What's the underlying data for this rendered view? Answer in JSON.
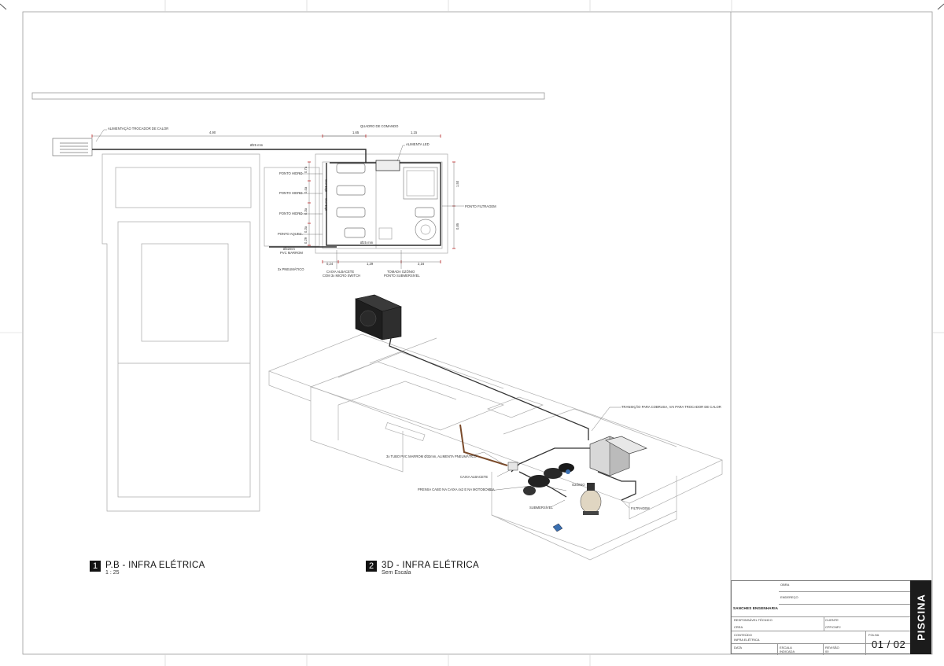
{
  "plan": {
    "labels": {
      "heat_exchanger_power": "ALIMENTAÇÃO TROCADOR DE CALOR",
      "control_panel": "QUADRO DE COMANDO",
      "led_power": "ALIMENTA LED",
      "jet_point_1": "PONTO HIDRO",
      "jet_point_2": "PONTO HIDRO",
      "jet_point_3": "PONTO HIDRO",
      "heating_point": "PONTO AQUEC.",
      "filtration_point": "PONTO FILTRAGEM",
      "conduit_a": "Ø25 mm",
      "conduit_b": "Ø25 mm",
      "conduit_c": "Ø25 mm",
      "conduit_d": "Ø25 mm",
      "pvc_pipe": "Ø32mm",
      "pvc_pipe_material": "PVC MARROM",
      "pneumatic": "3x PNEUMÁTICO",
      "box_albacete_1": "CAIXA ALBACETE",
      "box_albacete_2": "COM 3x MICRO SWITCH",
      "socket_1": "TOMADA OZÔNIO",
      "socket_2": "PONTO SUBMERSÍVEL"
    },
    "dimensions": {
      "d1": "4,90",
      "d2": "1,65",
      "d3": "1,15",
      "d4": "0,24",
      "d5": "1,29",
      "d6": "2,16",
      "d7": "1,50",
      "d8": "0,85",
      "d9": "0,7a",
      "d10": "0,4a",
      "d11": "0,3a",
      "d12": "0,3a",
      "d13": "0,29"
    }
  },
  "iso": {
    "labels": {
      "transition": "TRANSIÇÃO PARA COBRUSA, VAI PARA TROCADOR DE CALOR",
      "tube": "3x TUBO PVC MARROM Ø32mm, ALIMENTA PNEUMÁTICO",
      "box": "CAIXA ALBACETE",
      "gland": "PRENSA CABO NA CAIXA 4x2 E NA MOTOBOMBA",
      "ozone": "OZÔNIO",
      "submersible": "SUBMERSÍVEL",
      "filtration": "FILTRAGEM"
    }
  },
  "views": [
    {
      "number": "1",
      "title": "P.B - INFRA ELÉTRICA",
      "scale": "1 : 25"
    },
    {
      "number": "2",
      "title": "3D - INFRA ELÉTRICA",
      "scale": "Sem Escala"
    }
  ],
  "title_block": {
    "company": "SANCHES ENGENHARIA",
    "obra_label": "OBRA",
    "endereco_label": "ENDEREÇO",
    "responsavel_label": "RESPONSÁVEL TÉCNICO",
    "cliente_label": "CLIENTE",
    "crea_label": "CREA",
    "cpf_label": "CPF/CNPJ",
    "conteudo_label": "CONTEÚDO",
    "conteudo_value": "INFRA ELÉTRICA",
    "folha_label": "FOLHA",
    "data_label": "DATA",
    "escala_label": "ESCALA",
    "escala_value": "INDICADA",
    "revisao_label": "REVISÃO",
    "revisao_value": "00",
    "sheet_number": "01 / 02",
    "discipline": "PISCINA"
  }
}
